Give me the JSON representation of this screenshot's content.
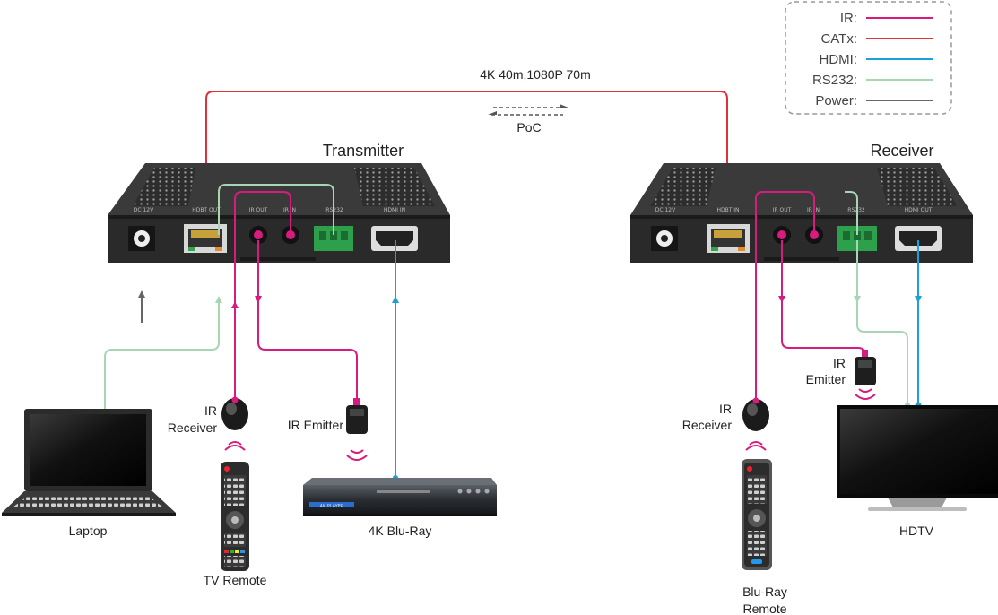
{
  "colors": {
    "ir": "#d81b7f",
    "catx": "#e2303a",
    "hdmi": "#1aa1d8",
    "rs232": "#a8d5b4",
    "power": "#666666",
    "box": "#2d2d2d",
    "text": "#222222"
  },
  "legend": {
    "items": [
      {
        "label": "IR:",
        "color_key": "ir"
      },
      {
        "label": "CATx:",
        "color_key": "catx"
      },
      {
        "label": "HDMI:",
        "color_key": "hdmi"
      },
      {
        "label": "RS232:",
        "color_key": "rs232"
      },
      {
        "label": "Power:",
        "color_key": "power"
      }
    ]
  },
  "link": {
    "distance": "4K 40m,1080P 70m",
    "poc": "PoC"
  },
  "transmitter": {
    "title": "Transmitter",
    "ports": [
      "DC 12V",
      "HDBT OUT",
      "IR OUT",
      "IR IN",
      "RS232",
      "HDMI IN"
    ]
  },
  "receiver": {
    "title": "Receiver",
    "ports": [
      "DC 12V",
      "HDBT IN",
      "IR OUT",
      "IR IN",
      "RS232",
      "HDMI OUT"
    ]
  },
  "devices": {
    "laptop": "Laptop",
    "tv_remote": "TV Remote",
    "bluray": "4K Blu-Ray",
    "bluray_remote_line1": "Blu-Ray",
    "bluray_remote_line2": "Remote",
    "hdtv": "HDTV",
    "tx_ir_receiver_line1": "IR",
    "tx_ir_receiver_line2": "Receiver",
    "tx_ir_emitter": "IR Emitter",
    "rx_ir_emitter_line1": "IR",
    "rx_ir_emitter_line2": "Emitter",
    "rx_ir_receiver_line1": "IR",
    "rx_ir_receiver_line2": "Receiver",
    "player_brand": "4K PLAYER"
  },
  "icons": [
    "laptop-icon",
    "remote-icon",
    "bluray-player-icon",
    "tv-icon",
    "ir-receiver-icon",
    "ir-emitter-icon"
  ]
}
